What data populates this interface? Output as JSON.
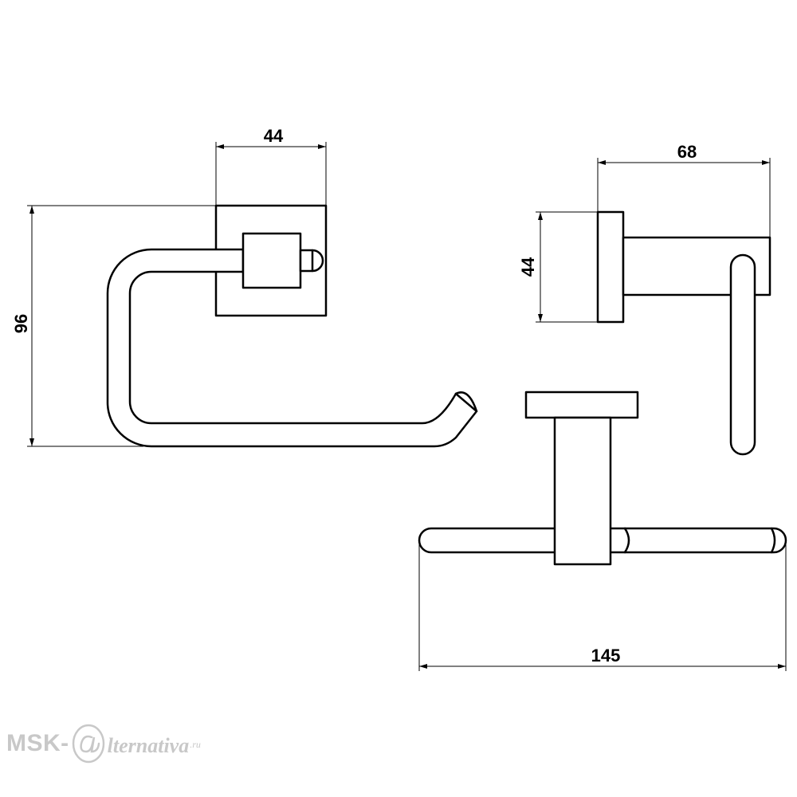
{
  "dimensions": {
    "front_width": "44",
    "front_height": "96",
    "side_depth": "68",
    "side_height": "44",
    "top_length": "145"
  },
  "watermark": {
    "prefix": "MSK-",
    "suffix": "lternativa",
    "domain": ".ru"
  },
  "colors": {
    "line": "#000000",
    "watermark": "#c8c8c8"
  }
}
